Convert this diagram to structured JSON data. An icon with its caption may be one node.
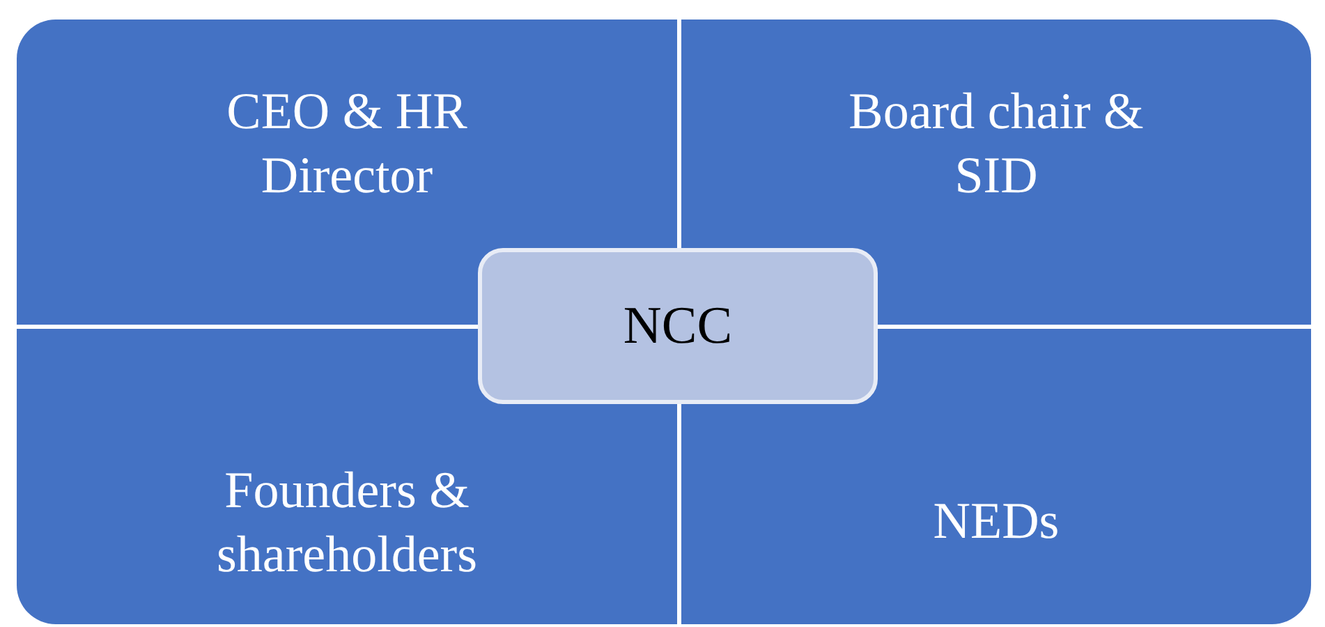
{
  "diagram": {
    "nodes": [
      {
        "text": [
          "CEO & HR Director"
        ]
      },
      {
        "text": [
          "Board chair & SID"
        ]
      },
      {
        "text": [
          "Founders & shareholders"
        ]
      },
      {
        "text": [
          "NEDs"
        ]
      },
      {
        "text": [
          "NCC"
        ]
      }
    ]
  }
}
